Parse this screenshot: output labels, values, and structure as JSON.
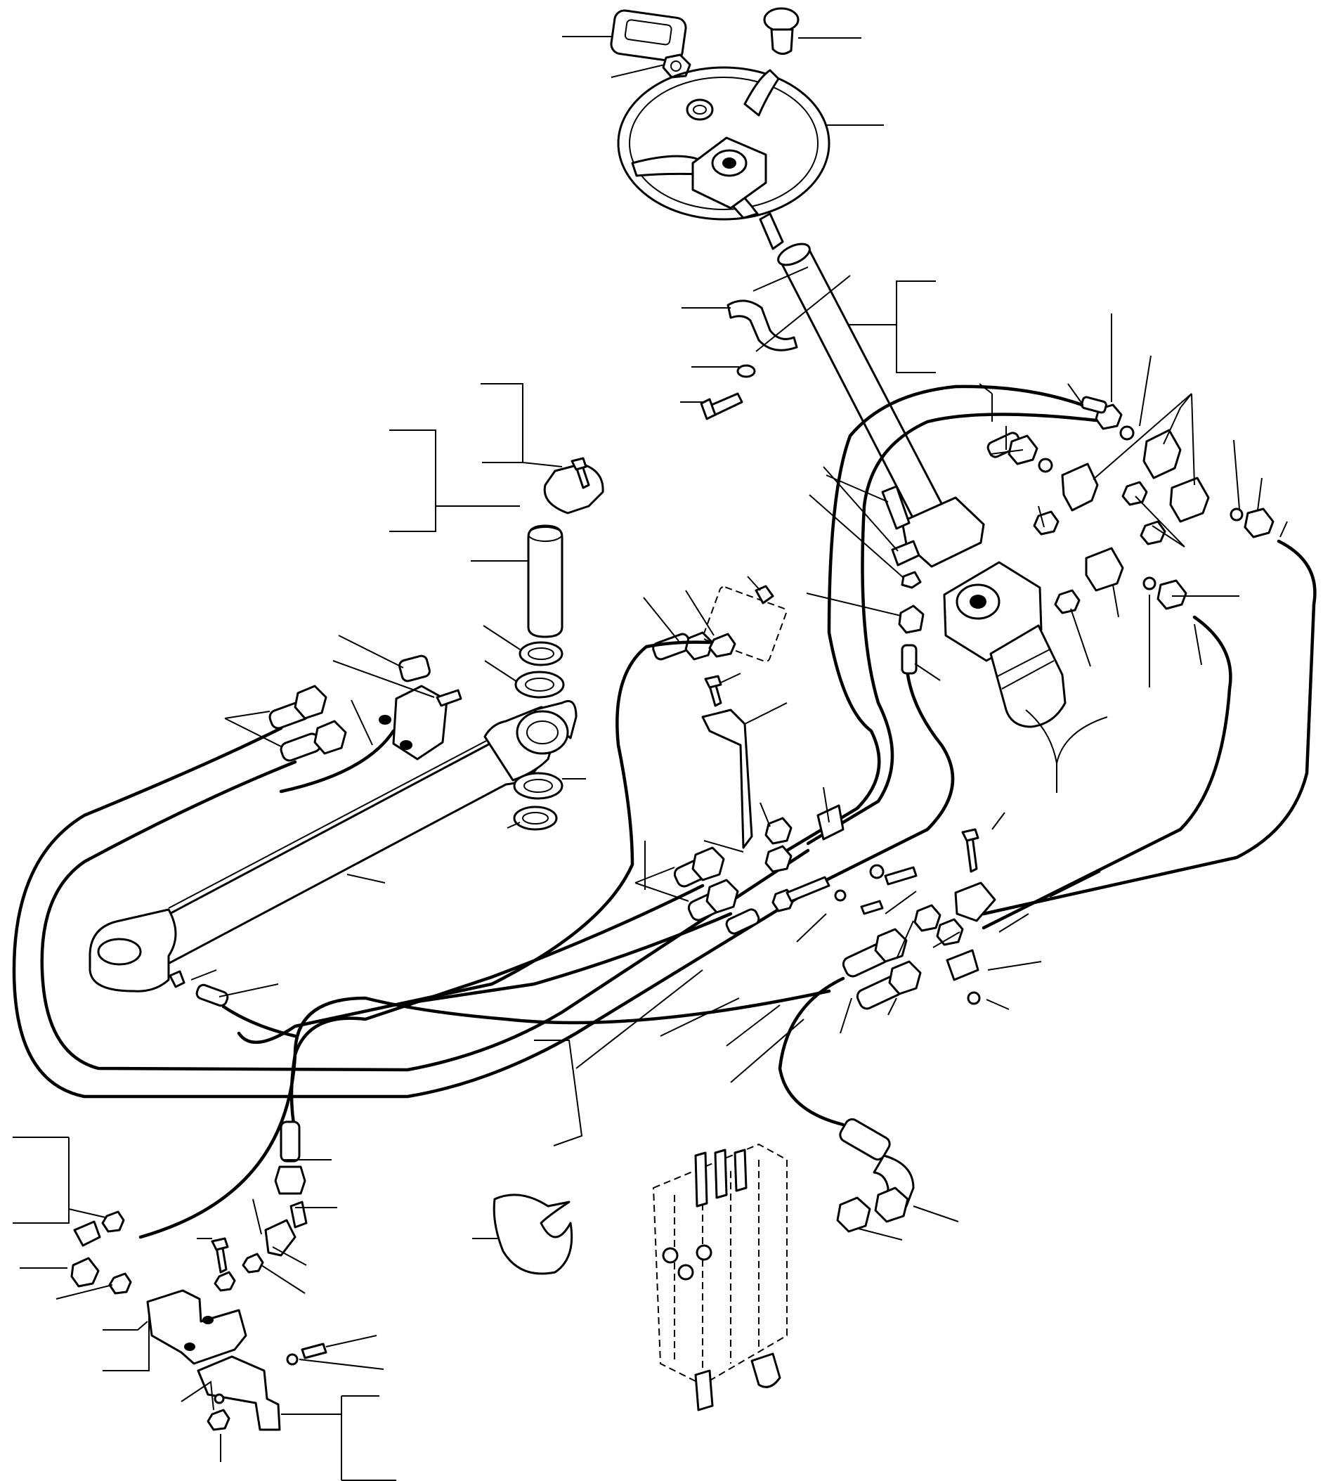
{
  "diagram": {
    "line_color": "#000000",
    "background": "#ffffff",
    "components": [
      "steering-wheel",
      "steering-column",
      "steering-unit",
      "steering-cylinder",
      "hydraulic-hoses",
      "control-valve",
      "hose-clamps",
      "fittings"
    ],
    "callout_labels": []
  }
}
